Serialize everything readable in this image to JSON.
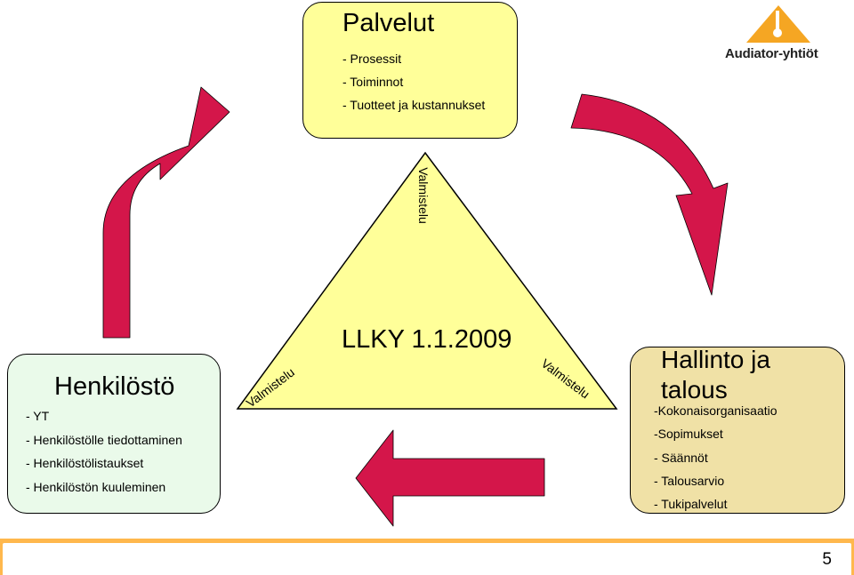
{
  "logo": {
    "text": "Audiator-yhtiöt",
    "color": "#f5a623"
  },
  "palvelut": {
    "title": "Palvelut",
    "items": [
      "- Prosessit",
      "- Toiminnot",
      "- Tuotteet ja kustannukset"
    ],
    "color": "#ffff99"
  },
  "henkilosto": {
    "title": "Henkilöstö",
    "items": [
      "- YT",
      "- Henkilöstölle tiedottaminen",
      "- Henkilöstölistaukset",
      "- Henkilöstön kuuleminen"
    ],
    "color": "#eafaea"
  },
  "hallinto": {
    "title": "Hallinto ja talous",
    "items": [
      "-Kokonaisorganisaatio",
      "-Sopimukset",
      "- Säännöt",
      "- Talousarvio",
      "- Tukipalvelut"
    ],
    "color": "#f0e1a6"
  },
  "triangle": {
    "title": "LLKY 1.1.2009",
    "edge_labels": [
      "Valmistelu",
      "Valmistelu",
      "Valmistelu"
    ],
    "color": "#ffff99"
  },
  "arrows": {
    "color": "#d4164a",
    "icons": [
      "curved-arrow-up-right",
      "curved-arrow-down-right",
      "arrow-left"
    ]
  },
  "footer": {
    "page_number": "5",
    "color": "#ffb84d"
  }
}
